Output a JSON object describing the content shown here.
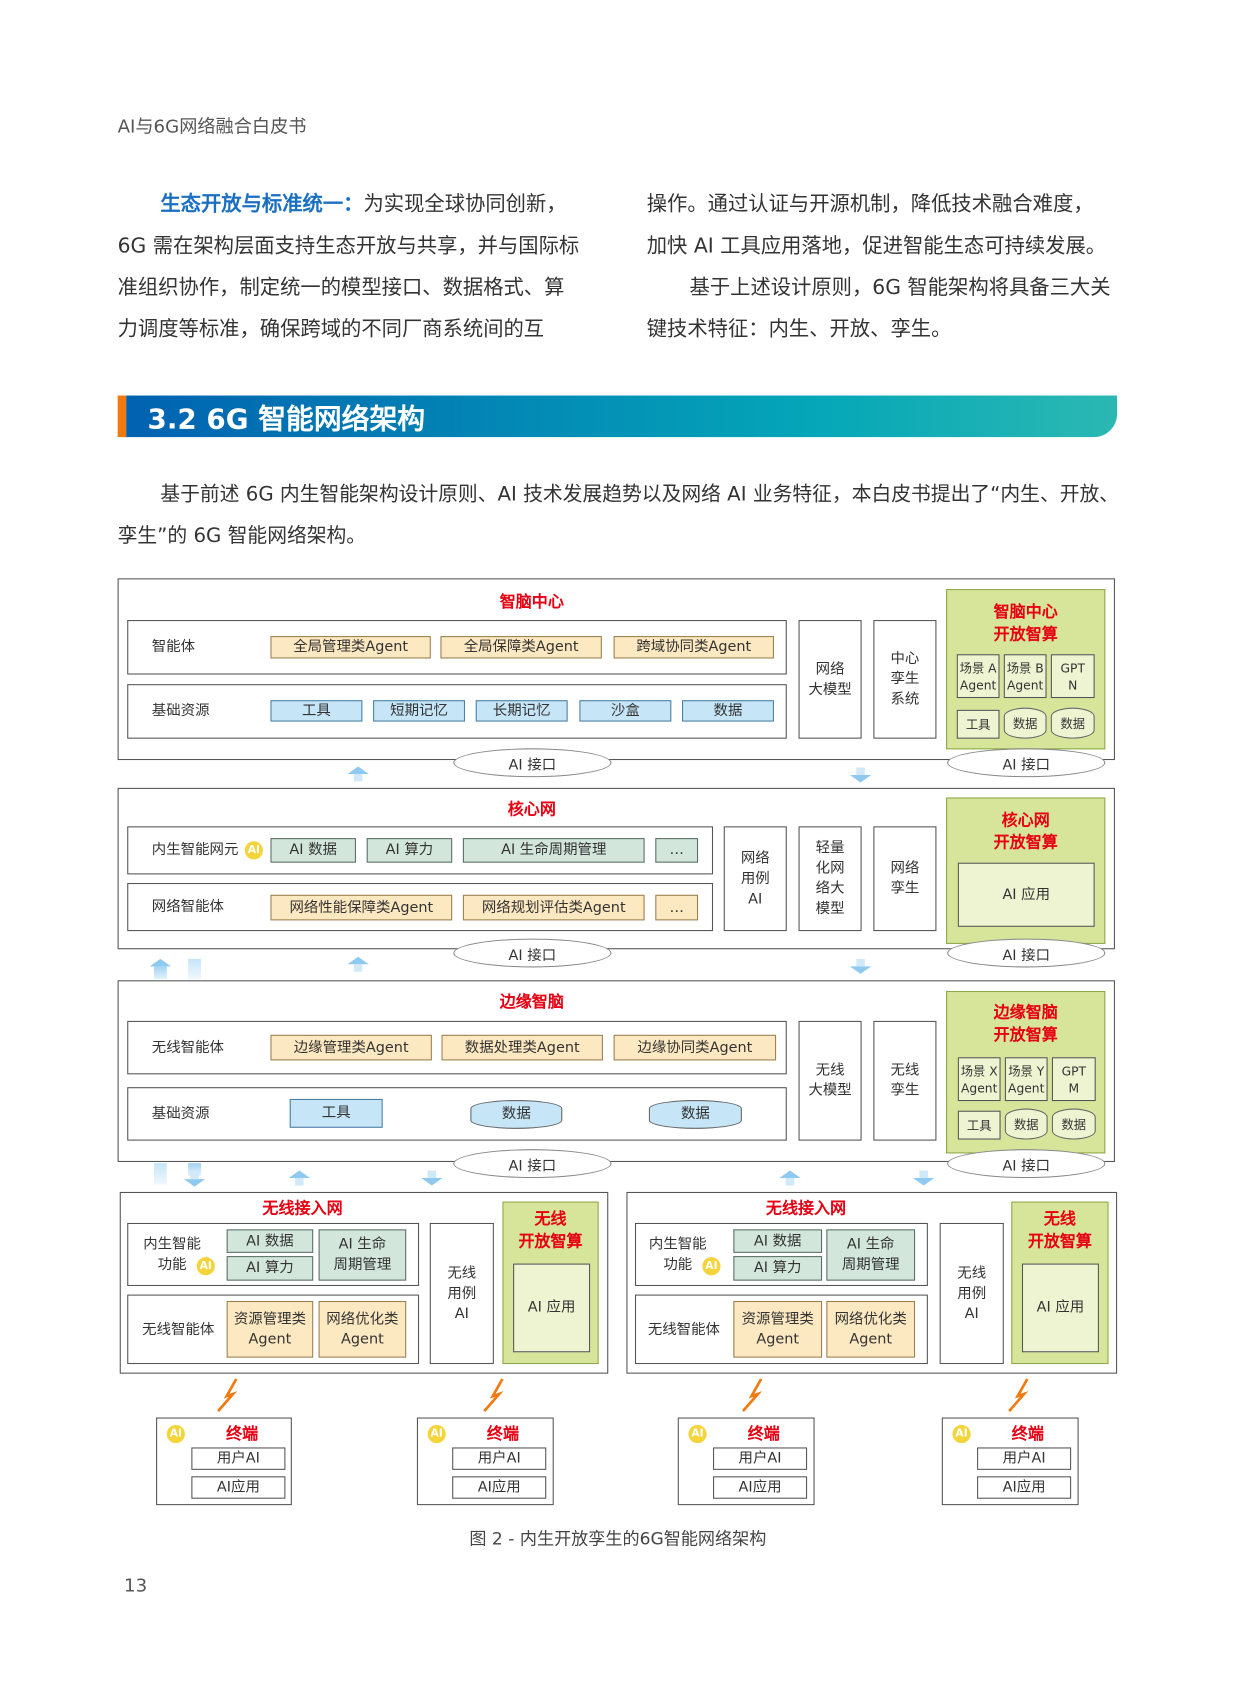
{
  "header": {
    "title": "AI与6G网络融合白皮书"
  },
  "body": {
    "left_lines": [
      "6G 需在架构层面支持生态开放与共享，并与国际标",
      "准组织协作，制定统一的模型接口、数据格式、算",
      "力调度等标准，确保跨域的不同厂商系统间的互"
    ],
    "left_first_highlight": "生态开放与标准统一：",
    "left_first_rest": "为实现全球协同创新，",
    "right_lines": [
      "操作。通过认证与开源机制，降低技术融合难度，",
      "加快 AI 工具应用落地，促进智能生态可持续发展。",
      "基于上述设计原则，6G 智能架构将具备三大关",
      "键技术特征：内生、开放、孪生。"
    ]
  },
  "section": {
    "title": "3.2 6G 智能网络架构",
    "color_start": "#0062b1",
    "color_end": "#2cb8b2",
    "accent": "#f07a10"
  },
  "intro": {
    "lines": [
      "基于前述 6G 内生智能架构设计原则、AI 技术发展趋势以及网络 AI 业务特征，本白皮书提出了“内生、开放、",
      "孪生”的 6G 智能网络架构。"
    ]
  },
  "diagram": {
    "interface": "AI 接口",
    "ai_badge": "AI",
    "brain": {
      "title": "智脑中心",
      "agent_label": "智能体",
      "agents": [
        "全局管理类Agent",
        "全局保障类Agent",
        "跨域协同类Agent"
      ],
      "resource_label": "基础资源",
      "resources": [
        "工具",
        "短期记忆",
        "长期记忆",
        "沙盒",
        "数据"
      ],
      "side": [
        "网络\n大模型",
        "中心\n孪生\n系统"
      ],
      "open_title": "智脑中心\n开放智算",
      "cells": [
        "场景 A\nAgent",
        "场景 B\nAgent",
        "GPT\nN"
      ],
      "tools": [
        "工具",
        "数据",
        "数据"
      ]
    },
    "core": {
      "title": "核心网",
      "ne_label": "内生智能网元",
      "ne_items": [
        "AI 数据",
        "AI 算力",
        "AI 生命周期管理",
        "…"
      ],
      "agent_label": "网络智能体",
      "agents": [
        "网络性能保障类Agent",
        "网络规划评估类Agent",
        "…"
      ],
      "side": [
        "网络\n用例\nAI",
        "轻量\n化网\n络大\n模型",
        "网络\n孪生"
      ],
      "open_title": "核心网\n开放智算",
      "app": "AI 应用"
    },
    "edge": {
      "title": "边缘智脑",
      "agent_label": "无线智能体",
      "agents": [
        "边缘管理类Agent",
        "数据处理类Agent",
        "边缘协同类Agent"
      ],
      "resource_label": "基础资源",
      "resources": [
        "工具",
        "数据",
        "数据"
      ],
      "side": [
        "无线\n大模型",
        "无线\n孪生"
      ],
      "open_title": "边缘智脑\n开放智算",
      "cells": [
        "场景 X\nAgent",
        "场景 Y\nAgent",
        "GPT\nM"
      ],
      "tools": [
        "工具",
        "数据",
        "数据"
      ]
    },
    "ran": [
      {
        "title": "无线接入网",
        "func_label": "内生智能\n功能",
        "items": [
          "AI 数据",
          "AI 算力",
          "AI 生命\n周期管理"
        ],
        "agent_label": "无线智能体",
        "agents": [
          "资源管理类\nAgent",
          "网络优化类\nAgent"
        ],
        "side": "无线\n用例\nAI",
        "open_title": "无线\n开放智算",
        "app": "AI 应用"
      },
      {
        "title": "无线接入网",
        "func_label": "内生智能\n功能",
        "items": [
          "AI 数据",
          "AI 算力",
          "AI 生命\n周期管理"
        ],
        "agent_label": "无线智能体",
        "agents": [
          "资源管理类\nAgent",
          "网络优化类\nAgent"
        ],
        "side": "无线\n用例\nAI",
        "open_title": "无线\n开放智算",
        "app": "AI 应用"
      }
    ],
    "terminals": [
      {
        "title": "终端",
        "items": [
          "用户AI",
          "AI应用"
        ]
      },
      {
        "title": "终端",
        "items": [
          "用户AI",
          "AI应用"
        ]
      },
      {
        "title": "终端",
        "items": [
          "用户AI",
          "AI应用"
        ]
      },
      {
        "title": "终端",
        "items": [
          "用户AI",
          "AI应用"
        ]
      }
    ]
  },
  "caption": "图 2 - 内生开放孪生的6G智能网络架构",
  "page_number": "13"
}
